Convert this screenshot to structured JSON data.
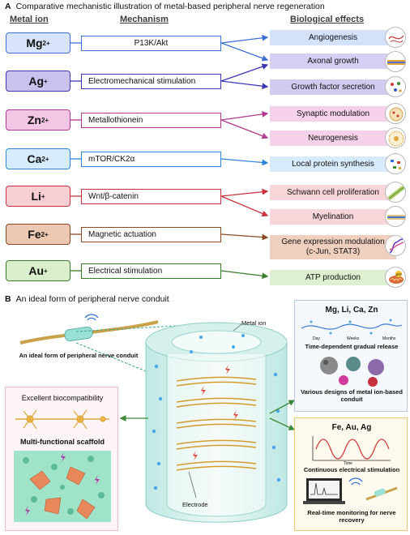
{
  "panel_a": {
    "letter": "A",
    "title": "Comparative mechanistic illustration of metal-based peripheral nerve regeneration",
    "headers": {
      "ion": "Metal ion",
      "mechanism": "Mechanism",
      "effects": "Biological effects"
    },
    "ions": [
      {
        "base": "Mg",
        "sup": "2+",
        "mechanism": "P13K/Akt",
        "color": "#3d6fd6",
        "fill": "#d8e4fb"
      },
      {
        "base": "Ag",
        "sup": "+",
        "mechanism": "Electromechanical stimulation",
        "color": "#3b37b7",
        "fill": "#c9c1ee"
      },
      {
        "base": "Zn",
        "sup": "2+",
        "mechanism": "Metallothionein",
        "color": "#b03a8f",
        "fill": "#f4c6e6"
      },
      {
        "base": "Ca",
        "sup": "2+",
        "mechanism": "mTOR/CK2α",
        "color": "#2f86d8",
        "fill": "#d6ecfb"
      },
      {
        "base": "Li",
        "sup": "+",
        "mechanism": "Wnt/β-catenin",
        "color": "#c8323e",
        "fill": "#f7cfd3"
      },
      {
        "base": "Fe",
        "sup": "2+",
        "mechanism": "Magnetic actuation",
        "color": "#8a4a26",
        "fill": "#ecc8b3"
      },
      {
        "base": "Au",
        "sup": "+",
        "mechanism": "Electrical stimulation",
        "color": "#3a7d28",
        "fill": "#d9efcb"
      }
    ],
    "effects": [
      {
        "label": "Angiogenesis",
        "fill": "#d3e1fa"
      },
      {
        "label": "Axonal growth",
        "fill": "#d6cff3"
      },
      {
        "label": "Growth factor secretion",
        "fill": "#d2cbf0"
      },
      {
        "label": "Synaptic modulation",
        "fill": "#f5d1ea"
      },
      {
        "label": "Neurogenesis",
        "fill": "#f5d1ea"
      },
      {
        "label": "Local protein synthesis",
        "fill": "#d8ebfa"
      },
      {
        "label": "Schwann cell proliferation",
        "fill": "#f8d5d8"
      },
      {
        "label": "Myelination",
        "fill": "#f8d5d8"
      },
      {
        "label": "Gene expression modulation (c-Jun, STAT3)",
        "fill": "#efd0bf"
      },
      {
        "label": "ATP production",
        "fill": "#dff0d2"
      }
    ],
    "atp_icon_text": "ATP"
  },
  "panel_b": {
    "letter": "B",
    "title": "An ideal form of peripheral nerve conduit",
    "conduit_caption": "An ideal form of peripheral nerve conduit",
    "metal_ion_label": "Metal ion",
    "electrode_label": "Electrode",
    "left_box": {
      "title": "Excellent biocompatibility",
      "subtitle": "Multi-functional scaffold"
    },
    "right_top": {
      "title": "Mg, Li, Ca, Zn",
      "curve_labels": [
        "Day",
        "Weeks",
        "Months"
      ],
      "release_label": "Time-dependent gradual release",
      "designs_label": "Various designs of metal ion-based conduit"
    },
    "right_bottom": {
      "title": "Fe, Au, Ag",
      "axis_label": "Time",
      "stim_label": "Continuous electrical stimulation",
      "monitor_label": "Real-time monitoring for nerve recovery"
    }
  }
}
